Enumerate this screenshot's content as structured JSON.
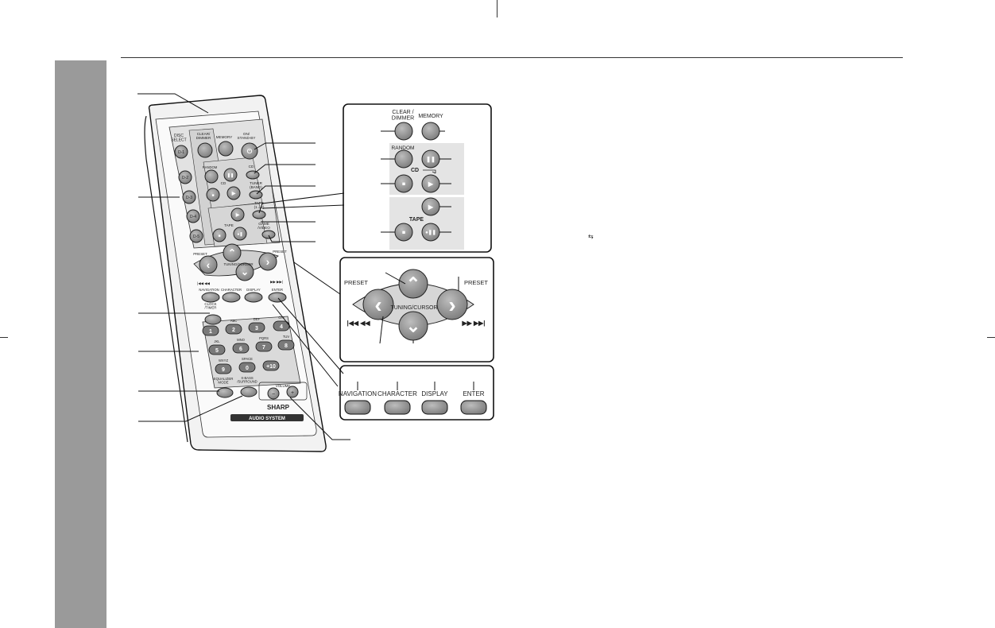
{
  "remote": {
    "disc_select": "DISC\nSELECT",
    "disc_buttons": [
      "D-1",
      "D-2",
      "D-3",
      "D-4",
      "D-5"
    ],
    "clear_dimmer": "CLEAR/\nDIMMER",
    "memory": "MEMORY",
    "on_stand_by": "ON/\nSTAND-BY",
    "random": "RANDOM",
    "cd": "CD",
    "tuner_band": "TUNER\n(BAND)",
    "tape": "TAPE",
    "tape_deck": "TAPE\n(1↔2)",
    "game_video": "GAME\n/VIDEO",
    "preset": "PRESET",
    "tuning_cursor": "TUNING/CURSOR",
    "navigation": "NAVIGATION",
    "character": "CHARACTER",
    "display": "DISPLAY",
    "enter": "ENTER",
    "clock_timer": "CLOCK\n/TIMER",
    "keypad": [
      {
        "letters": "",
        "num": "1"
      },
      {
        "letters": "ABC",
        "num": "2"
      },
      {
        "letters": "DEF",
        "num": "3"
      },
      {
        "letters": "GHI",
        "num": "4"
      },
      {
        "letters": "JKL",
        "num": "5"
      },
      {
        "letters": "MNO",
        "num": "6"
      },
      {
        "letters": "PQRS",
        "num": "7"
      },
      {
        "letters": "TUV",
        "num": "8"
      },
      {
        "letters": "WXYZ",
        "num": "9"
      },
      {
        "letters": "SPACE",
        "num": "0"
      },
      {
        "letters": "",
        "num": "+10"
      }
    ],
    "equalizer_mode": "EQUALIZER\nMODE",
    "x_bass": "X-BASS\n/SURROUND",
    "volume": "VOLUME",
    "vol_minus": "−",
    "vol_plus": "+",
    "brand": "SHARP",
    "audio_system": "AUDIO SYSTEM"
  },
  "detail_top": {
    "clear_dimmer": "CLEAR /\nDIMMER",
    "memory": "MEMORY",
    "random": "RANDOM",
    "cd": "CD",
    "tape": "TAPE"
  },
  "detail_mid": {
    "preset_left": "PRESET",
    "preset_right": "PRESET",
    "tuning_cursor": "TUNING/CURSOR",
    "rewind_symbol": "|◀◀ ◀◀",
    "forward_symbol": "▶▶ ▶▶|"
  },
  "detail_bottom": {
    "labels": [
      "NAVIGATION",
      "CHARACTER",
      "DISPLAY",
      "ENTER"
    ]
  },
  "side_note": "⇆",
  "colors": {
    "sidebar": "#9a9a9a",
    "button": "#8e8e8e",
    "panel": "#e4e4e4"
  }
}
